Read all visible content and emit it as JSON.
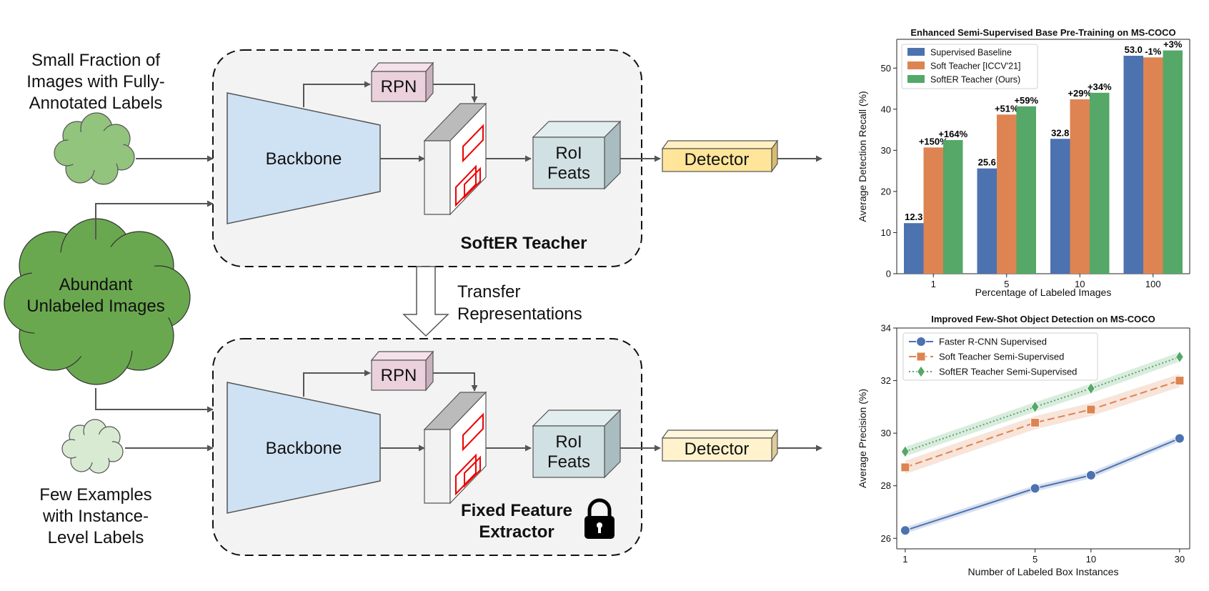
{
  "diagram": {
    "inputs": {
      "labeled_line1": "Small Fraction of",
      "labeled_line2": "Images with Fully-",
      "labeled_line3": "Annotated Labels",
      "unlabeled_line1": "Abundant",
      "unlabeled_line2": "Unlabeled Images",
      "fewshot_line1": "Few Examples",
      "fewshot_line2": "with Instance-",
      "fewshot_line3": "Level Labels"
    },
    "top": {
      "backbone": "Backbone",
      "rpn": "RPN",
      "roi_line1": "RoI",
      "roi_line2": "Feats",
      "detector": "Detector",
      "title": "SoftER Teacher"
    },
    "transfer": {
      "line1": "Transfer",
      "line2": "Representations"
    },
    "bottom": {
      "backbone": "Backbone",
      "rpn": "RPN",
      "roi_line1": "RoI",
      "roi_line2": "Feats",
      "detector": "Detector",
      "title_line1": "Fixed Feature",
      "title_line2": "Extractor",
      "lock_icon": "lock-icon"
    },
    "colors": {
      "backbone": "#cfe2f3",
      "rpn": "#ead1dc",
      "roi": "#d0e0e3",
      "detector_top": "#ffe599",
      "detector_bottom": "#fff2cc",
      "cloud_labeled": "#93c47d",
      "cloud_unlabeled": "#6aa84f",
      "cloud_fewshot": "#d9ead3",
      "panel": "#f3f3f3"
    }
  },
  "chart_data": [
    {
      "type": "bar",
      "title": "Enhanced Semi-Supervised Base Pre-Training on MS-COCO",
      "xlabel": "Percentage of Labeled Images",
      "ylabel": "Average Detection Recall (%)",
      "categories": [
        "1",
        "5",
        "10",
        "100"
      ],
      "ylim": [
        0,
        57
      ],
      "yticks": [
        0,
        10,
        20,
        30,
        40,
        50
      ],
      "legend": "top-left",
      "series": [
        {
          "name": "Supervised Baseline",
          "color": "#4c72b0",
          "values": [
            12.3,
            25.6,
            32.8,
            53.0
          ],
          "labels": [
            "12.3",
            "25.6",
            "32.8",
            "53.0"
          ]
        },
        {
          "name": "Soft Teacher [ICCV'21]",
          "color": "#dd8452",
          "values": [
            30.7,
            38.7,
            42.4,
            52.6
          ],
          "labels": [
            "+150%",
            "+51%",
            "+29%",
            "-1%"
          ]
        },
        {
          "name": "SoftER Teacher (Ours)",
          "color": "#55a868",
          "values": [
            32.5,
            40.7,
            44.0,
            54.3
          ],
          "labels": [
            "+164%",
            "+59%",
            "+34%",
            "+3%"
          ]
        }
      ]
    },
    {
      "type": "line",
      "title": "Improved Few-Shot Object Detection on MS-COCO",
      "xlabel": "Number of Labeled Box Instances",
      "ylabel": "Average Precision (%)",
      "x": [
        1,
        5,
        10,
        30
      ],
      "xscale": "log",
      "xlim": [
        0.9,
        34
      ],
      "ylim": [
        25.6,
        34
      ],
      "yticks": [
        26,
        28,
        30,
        32,
        34
      ],
      "legend": "top-left",
      "grid": false,
      "series": [
        {
          "name": "Faster R-CNN Supervised",
          "color": "#4c72b0",
          "marker": "circle",
          "dash": "",
          "values": [
            26.3,
            27.9,
            28.4,
            29.8
          ],
          "band": 0.12
        },
        {
          "name": "Soft Teacher Semi-Supervised",
          "color": "#dd8452",
          "marker": "square",
          "dash": "10,5",
          "values": [
            28.7,
            30.4,
            30.9,
            32.0
          ],
          "band": 0.25
        },
        {
          "name": "SoftER Teacher Semi-Supervised",
          "color": "#55a868",
          "marker": "diamond",
          "dash": "2,3",
          "values": [
            29.3,
            31.0,
            31.7,
            32.9
          ],
          "band": 0.18
        }
      ]
    }
  ]
}
